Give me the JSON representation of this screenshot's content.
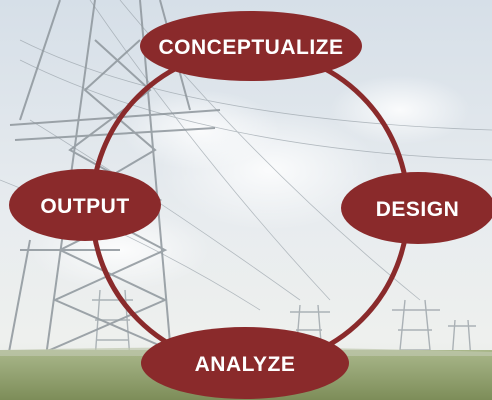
{
  "diagram": {
    "nodes": [
      {
        "id": "conceptualize",
        "label": "CONCEPTUALIZE"
      },
      {
        "id": "design",
        "label": "DESIGN"
      },
      {
        "id": "analyze",
        "label": "ANALYZE"
      },
      {
        "id": "output",
        "label": "OUTPUT"
      }
    ],
    "colors": {
      "node_fill": "#8a2a2b",
      "cycle_stroke": "#8a2a2b",
      "label_text": "#ffffff",
      "sky_top": "#d9e2ea",
      "sky_bottom": "#eef1f2",
      "field": "#8e9e6a"
    }
  }
}
